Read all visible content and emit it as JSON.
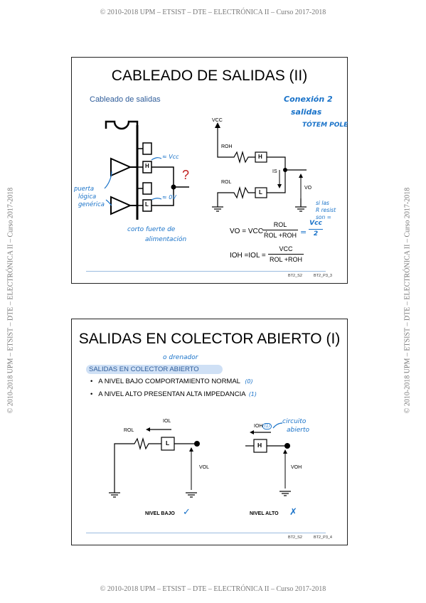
{
  "page": {
    "header": "© 2010-2018 UPM – ETSIST – DTE – ELECTRÓNICA II – Curso 2017-2018",
    "footer": "© 2010-2018 UPM – ETSIST – DTE – ELECTRÓNICA II – Curso 2017-2018",
    "side_left": "© 2010-2018 UPM – ETSIST – DTE – ELECTRÓNICA II – Curso 2017-2018",
    "side_right": "© 2010-2018 UPM – ETSIST – DTE – ELECTRÓNICA II – Curso 2017-2018"
  },
  "slide1": {
    "title": "CABLEADO DE SALIDAS (II)",
    "subtitle": "Cableado de salidas",
    "note_top": "Conexión 2 salidas TÓTEM POLE",
    "note_top_l1": "Conexión 2",
    "note_top_l2": "salidas",
    "note_top_l3": "TÓTEM POLE",
    "note_gate_l1": "puerta",
    "note_gate_l2": "lógica",
    "note_gate_l3": "genérica",
    "note_short_l1": "corto fuerte de",
    "note_short_l2": "alimentación",
    "note_vcc": "≈ Vcc",
    "note_zero": "≈ 0V",
    "question": "?",
    "box_h": "H",
    "box_l": "L",
    "vcc": "VCC",
    "roh": "ROH",
    "rol": "ROL",
    "is": "IS",
    "vo": "VO",
    "note_equal_l1": "si las",
    "note_equal_l2": "R resist",
    "note_equal_l3": "son =",
    "eq1_lhs": "VO = VCC ·",
    "eq1_num": "ROL",
    "eq1_den": "ROL +ROH",
    "eq1_rhs": "= Vcc / 2",
    "eq1_rhs_num": "Vcc",
    "eq1_rhs_den": "2",
    "eq2_lhs": "IOH =IOL =",
    "eq2_num": "VCC",
    "eq2_den": "ROL +ROH",
    "code_a": "BT2_S2",
    "code_b": "BT2_P3_3"
  },
  "slide2": {
    "title": "SALIDAS EN COLECTOR ABIERTO (I)",
    "note_drain": "o drenador",
    "pill": "SALIDAS EN COLECTOR ABIERTO",
    "bullets": [
      "A NIVEL BAJO COMPORTAMIENTO NORMAL",
      "A NIVEL ALTO PRESENTAN ALTA IMPEDANCIA"
    ],
    "bullet_notes": [
      "(0)",
      "(1)"
    ],
    "rol": "ROL",
    "iol": "IOL",
    "box_l": "L",
    "vol": "VOL",
    "ioh": "IOH",
    "ioh_note": "(1)",
    "box_h": "H",
    "voh": "VOH",
    "note_open_l1": "circuito",
    "note_open_l2": "abierto",
    "level_low": "NIVEL BAJO",
    "level_high": "NIVEL ALTO",
    "mark_ok": "✓",
    "mark_x": "✗",
    "code_a": "BT2_S2",
    "code_b": "BT2_P3_4"
  }
}
